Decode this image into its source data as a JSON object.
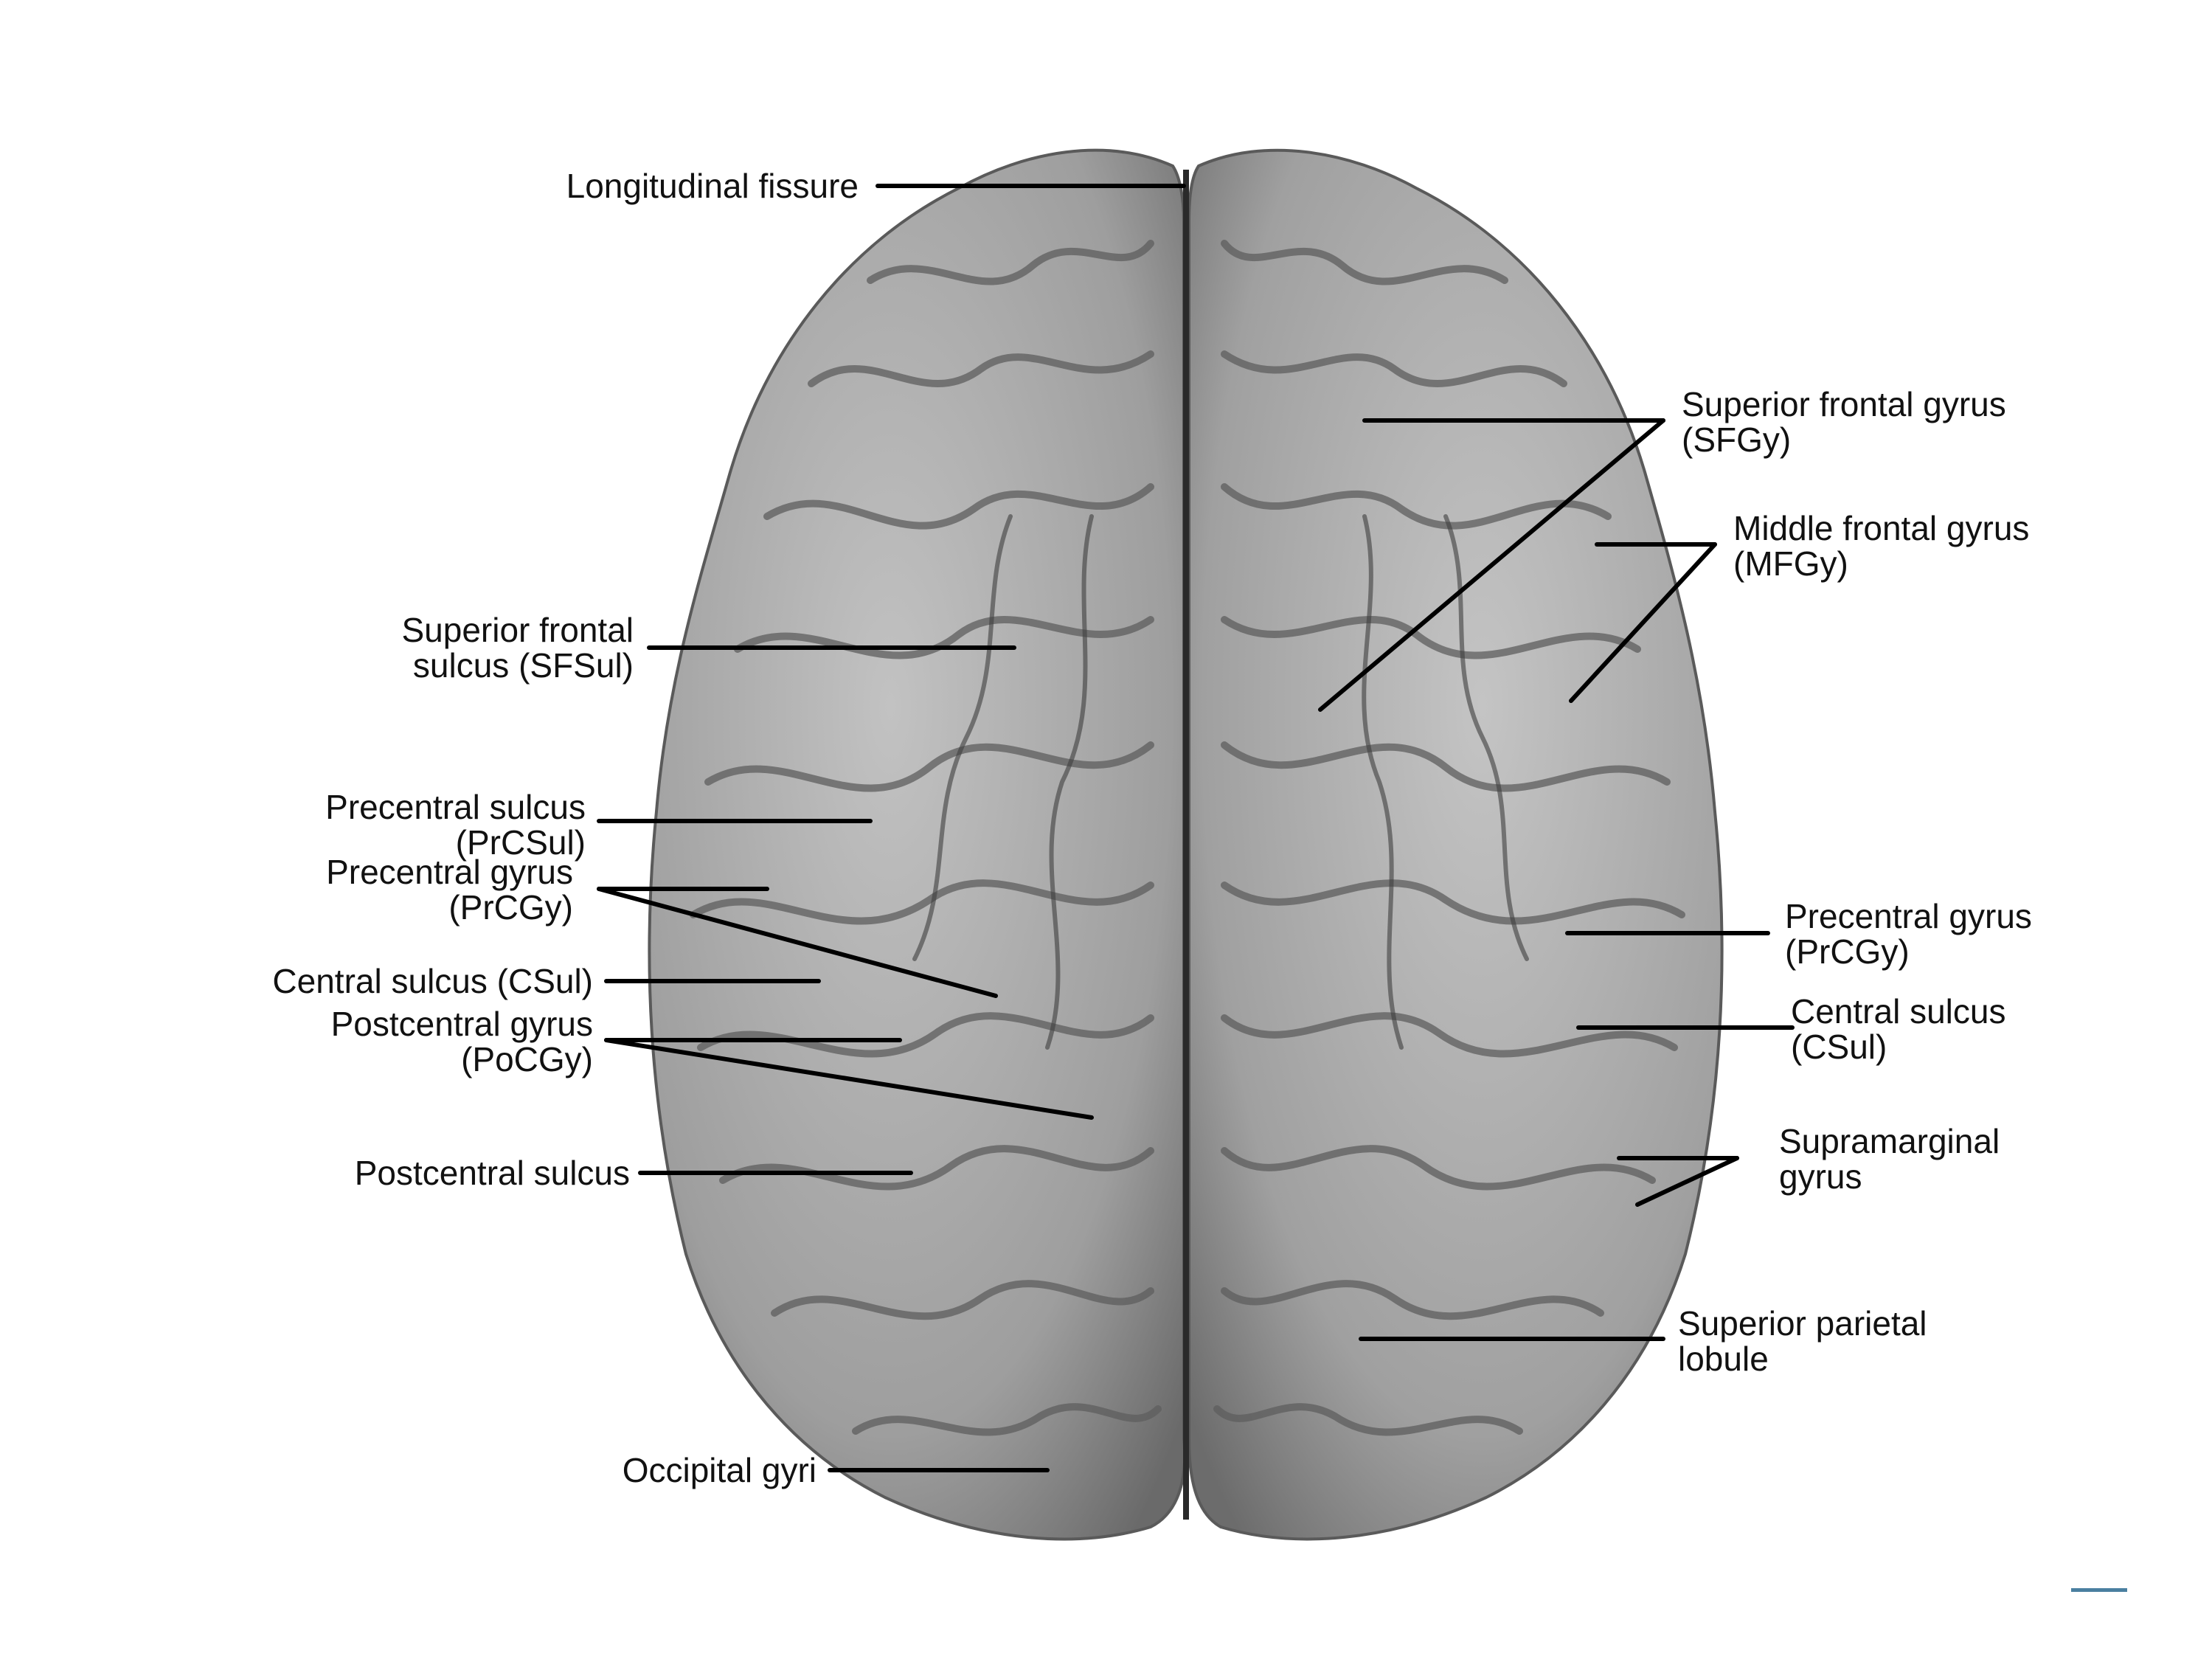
{
  "figure": {
    "image_description_icon": "brain-dorsal-view",
    "colors": {
      "label_text": "#111111",
      "leader_line": "#000000",
      "brain_tone": "#9c9c9c",
      "accent_bar": "#4a7fa0"
    }
  },
  "labels": {
    "longitudinal_fissure": [
      "Longitudinal fissure"
    ],
    "superior_frontal_sulcus": [
      "Superior frontal",
      "sulcus (SFSul)"
    ],
    "precentral_sulcus": [
      "Precentral sulcus",
      "(PrCSul)"
    ],
    "precentral_gyrus_left": [
      "Precentral gyrus",
      "(PrCGy)"
    ],
    "central_sulcus_left": [
      "Central sulcus (CSul)"
    ],
    "postcentral_gyrus": [
      "Postcentral gyrus",
      "(PoCGy)"
    ],
    "postcentral_sulcus": [
      "Postcentral sulcus"
    ],
    "occipital_gyri": [
      "Occipital gyri"
    ],
    "superior_frontal_gyrus": [
      "Superior frontal gyrus",
      "(SFGy)"
    ],
    "middle_frontal_gyrus": [
      "Middle frontal gyrus",
      "(MFGy)"
    ],
    "precentral_gyrus_right": [
      "Precentral gyrus",
      "(PrCGy)"
    ],
    "central_sulcus_right": [
      "Central sulcus",
      "(CSul)"
    ],
    "supramarginal_gyrus": [
      "Supramarginal",
      "gyrus"
    ],
    "superior_parietal_lobule": [
      "Superior parietal",
      "lobule"
    ]
  }
}
